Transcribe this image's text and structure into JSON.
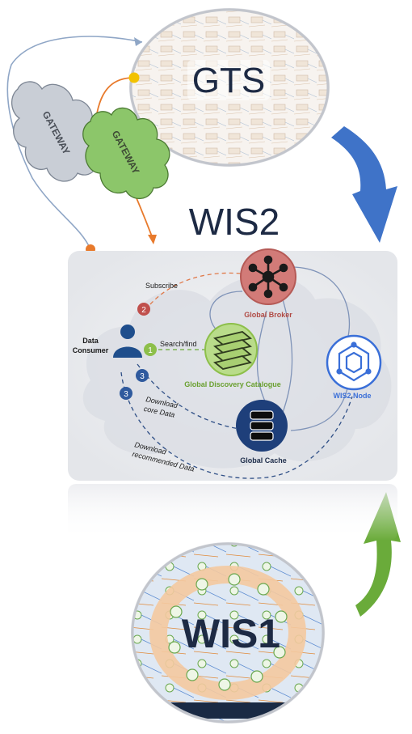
{
  "top_title": "GTS",
  "middle_title": "WIS2",
  "bottom_title": "WIS1",
  "gateway_label": "GATEWAY",
  "wis2": {
    "data_consumer": [
      "Data",
      "Consumer"
    ],
    "subscribe": "Subscribe",
    "search_find": "Search/find",
    "download_core": [
      "Download",
      "core Data"
    ],
    "download_recommended": [
      "Download",
      "recommended Data"
    ],
    "global_broker": "Global Broker",
    "global_discovery_catalogue": "Global Discovery Catalogue",
    "global_cache": "Global Cache",
    "wis2_node": "WIS2 Node",
    "steps": [
      "1",
      "2",
      "3",
      "3"
    ]
  },
  "colors": {
    "title": "#1d2a44",
    "gateway_grey": "#c9ced6",
    "gateway_green": "#8cc66a",
    "arrow_blue": "#3f73c8",
    "arrow_green": "#6aab3a",
    "broker_red": "#c0504d",
    "catalogue_green": "#8dbf4a",
    "cache_navy": "#1e3f7a",
    "node_blue": "#3a6fd8",
    "consumer_blue": "#1f4e8c",
    "orange_dot": "#e87a2c",
    "yellow_dot": "#f2c200"
  },
  "icons": [
    "hub-icon",
    "books-icon",
    "database-icon",
    "node-icon",
    "person-icon"
  ]
}
